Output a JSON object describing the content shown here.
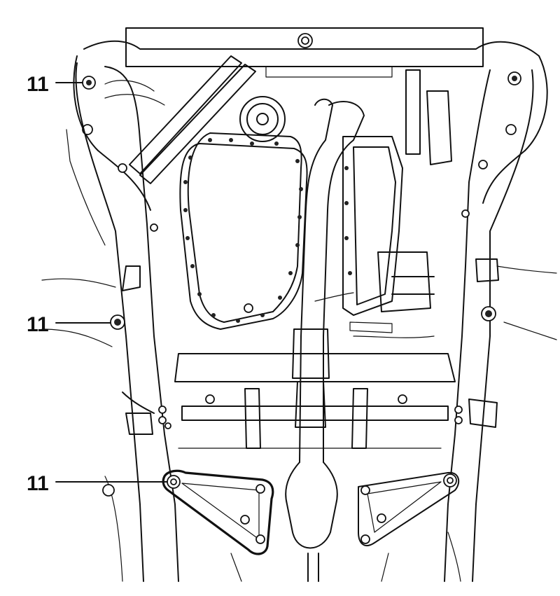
{
  "diagram": {
    "callouts": [
      {
        "id": "upper-left-mount-bolt",
        "label": "11"
      },
      {
        "id": "middle-left-mount-bolt",
        "label": "11"
      },
      {
        "id": "lower-left-brace",
        "label": "11"
      }
    ]
  }
}
